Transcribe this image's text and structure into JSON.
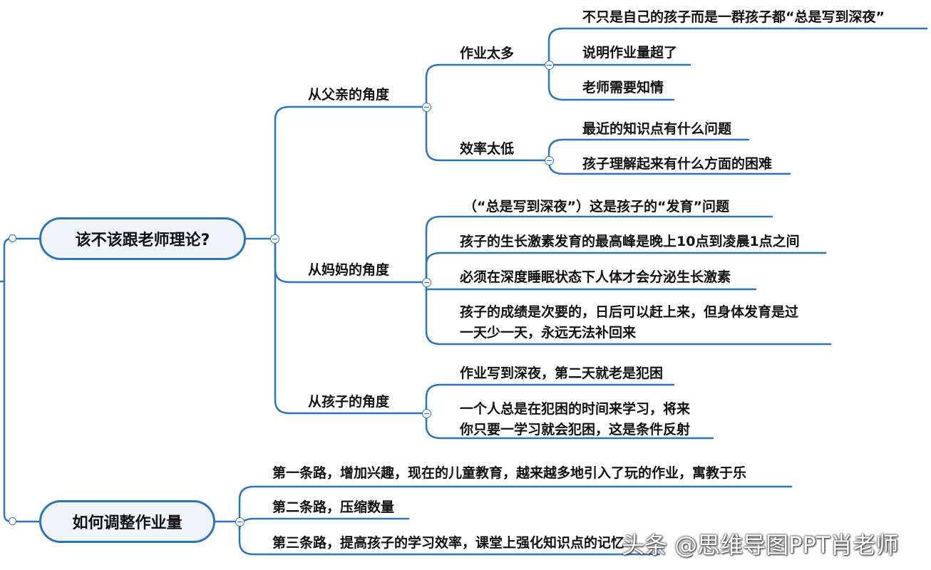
{
  "colors": {
    "line": "#2e75b6",
    "root_fill": "#eef4fa",
    "text": "#111111"
  },
  "mindmap": {
    "root1": {
      "label": "该不该跟老师理论?",
      "branches": [
        {
          "label": "从父亲的角度",
          "children": [
            {
              "label": "作业太多",
              "children": [
                "不只是自己的孩子而是一群孩子都“总是写到深夜”",
                "说明作业量超了",
                "老师需要知情"
              ]
            },
            {
              "label": "效率太低",
              "children": [
                "最近的知识点有什么问题",
                "孩子理解起来有什么方面的困难"
              ]
            }
          ]
        },
        {
          "label": "从妈妈的角度",
          "children": [
            "（“总是写到深夜”）这是孩子的“发育”问题",
            "孩子的生长激素发育的最高峰是晚上10点到凌晨1点之间",
            "必须在深度睡眠状态下人体才会分泌生长激素",
            "孩子的成绩是次要的，日后可以赶上来，但身体发育是过\n一天少一天，永远无法补回来"
          ]
        },
        {
          "label": "从孩子的角度",
          "children": [
            "作业写到深夜，第二天就老是犯困",
            "一个人总是在犯困的时间来学习，将来\n你只要一学习就会犯困，这是条件反射"
          ]
        }
      ]
    },
    "root2": {
      "label": "如何调整作业量",
      "children": [
        "第一条路，增加兴趣，现在的儿童教育，越来越多地引入了玩的作业，寓教于乐",
        "第二条路，压缩数量",
        "第三条路，提高孩子的学习效率，课堂上强化知识点的记忆"
      ]
    }
  },
  "watermark": "头条 @思维导图PPT肖老师"
}
